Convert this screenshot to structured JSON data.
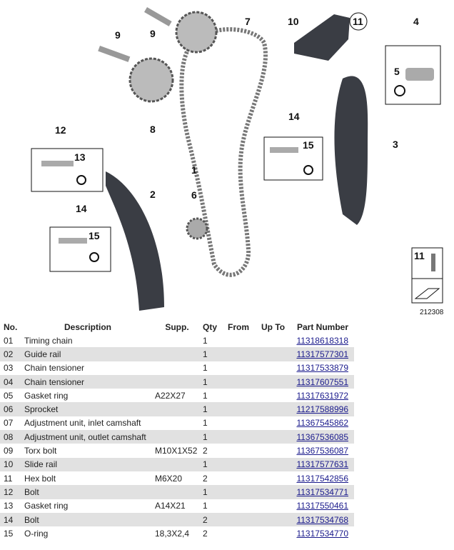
{
  "diagram": {
    "callouts": [
      "1",
      "2",
      "3",
      "4",
      "5",
      "6",
      "7",
      "8",
      "9",
      "9",
      "10",
      "11",
      "12",
      "13",
      "14",
      "15",
      "14",
      "15"
    ],
    "inset_label": "11",
    "diagram_id": "212308"
  },
  "table": {
    "headers": {
      "no": "No.",
      "description": "Description",
      "supp": "Supp.",
      "qty": "Qty",
      "from": "From",
      "upto": "Up To",
      "part": "Part Number"
    },
    "rows": [
      {
        "no": "01",
        "description": "Timing chain",
        "supp": "",
        "qty": "1",
        "part": "11318618318"
      },
      {
        "no": "02",
        "description": "Guide rail",
        "supp": "",
        "qty": "1",
        "part": "11317577301"
      },
      {
        "no": "03",
        "description": "Chain tensioner",
        "supp": "",
        "qty": "1",
        "part": "11317533879"
      },
      {
        "no": "04",
        "description": "Chain tensioner",
        "supp": "",
        "qty": "1",
        "part": "11317607551"
      },
      {
        "no": "05",
        "description": "Gasket ring",
        "supp": "A22X27",
        "qty": "1",
        "part": "11317631972"
      },
      {
        "no": "06",
        "description": "Sprocket",
        "supp": "",
        "qty": "1",
        "part": "11217588996"
      },
      {
        "no": "07",
        "description": "Adjustment unit, inlet camshaft",
        "supp": "",
        "qty": "1",
        "part": "11367545862"
      },
      {
        "no": "08",
        "description": "Adjustment unit, outlet camshaft",
        "supp": "",
        "qty": "1",
        "part": "11367536085"
      },
      {
        "no": "09",
        "description": "Torx bolt",
        "supp": "M10X1X52",
        "qty": "2",
        "part": "11367536087"
      },
      {
        "no": "10",
        "description": "Slide rail",
        "supp": "",
        "qty": "1",
        "part": "11317577631"
      },
      {
        "no": "11",
        "description": "Hex bolt",
        "supp": "M6X20",
        "qty": "2",
        "part": "11317542856"
      },
      {
        "no": "12",
        "description": "Bolt",
        "supp": "",
        "qty": "1",
        "part": "11317534771"
      },
      {
        "no": "13",
        "description": "Gasket ring",
        "supp": "A14X21",
        "qty": "1",
        "part": "11317550461"
      },
      {
        "no": "14",
        "description": "Bolt",
        "supp": "",
        "qty": "2",
        "part": "11317534768"
      },
      {
        "no": "15",
        "description": "O-ring",
        "supp": "18,3X2,4",
        "qty": "2",
        "part": "11317534770"
      }
    ]
  }
}
